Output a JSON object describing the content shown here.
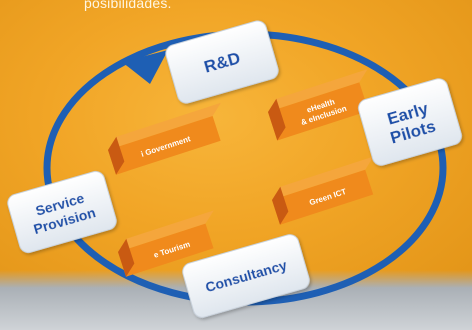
{
  "intro_text_fragment": "posibilidades.",
  "cycle_stages": {
    "rd": "R&D",
    "early_pilots_line1": "Early",
    "early_pilots_line2": "Pilots",
    "consultancy": "Consultancy",
    "service_provision_line1": "Service",
    "service_provision_line2": "Provision"
  },
  "sectors": {
    "i_government": "i Government",
    "ehealth_line1": "eHealth",
    "ehealth_line2": "& eInclusion",
    "green_ict": "Green ICT",
    "e_tourism": "e Tourism"
  },
  "colors": {
    "orange_background": "#f1a526",
    "cycle_arrow": "#1e5fb4",
    "tile_text": "#1c4fa8",
    "bar_front": "#f08a1c",
    "bar_side": "#c95a12"
  }
}
